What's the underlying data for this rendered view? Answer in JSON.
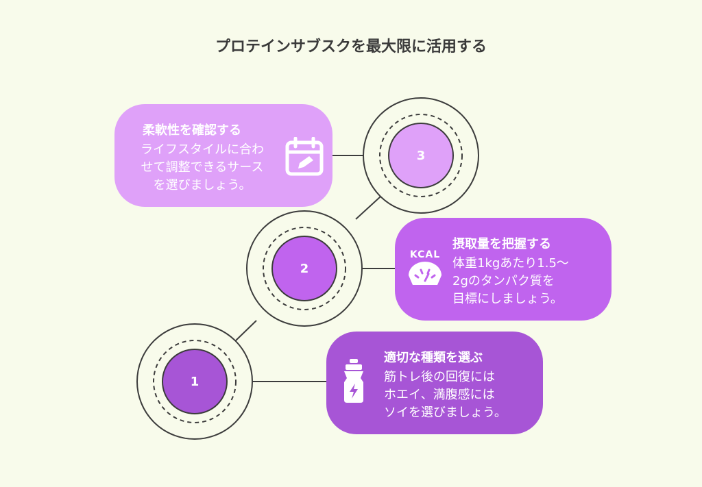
{
  "title": "プロテインサブスクを最大限に活用する",
  "steps": [
    {
      "number": "1",
      "title": "適切な種類を選ぶ",
      "lines": [
        "筋トレ後の回復には",
        "ホエイ、満腹感には",
        "ソイを選びましょう。"
      ],
      "icon": "protein-shaker-icon",
      "color": "#a755d6"
    },
    {
      "number": "2",
      "title": "摂取量を把握する",
      "lines": [
        "体重1kgあたり1.5〜",
        "2gのタンパク質を",
        "目標にしましょう。"
      ],
      "icon": "kcal-scale-icon",
      "icon_label": "KCAL",
      "color": "#c064ee"
    },
    {
      "number": "3",
      "title": "柔軟性を確認する",
      "lines": [
        "ライフスタイルに合わ",
        "せて調整できるサース",
        "を選びましょう。"
      ],
      "icon": "calendar-edit-icon",
      "color": "#dfa1f9"
    }
  ]
}
